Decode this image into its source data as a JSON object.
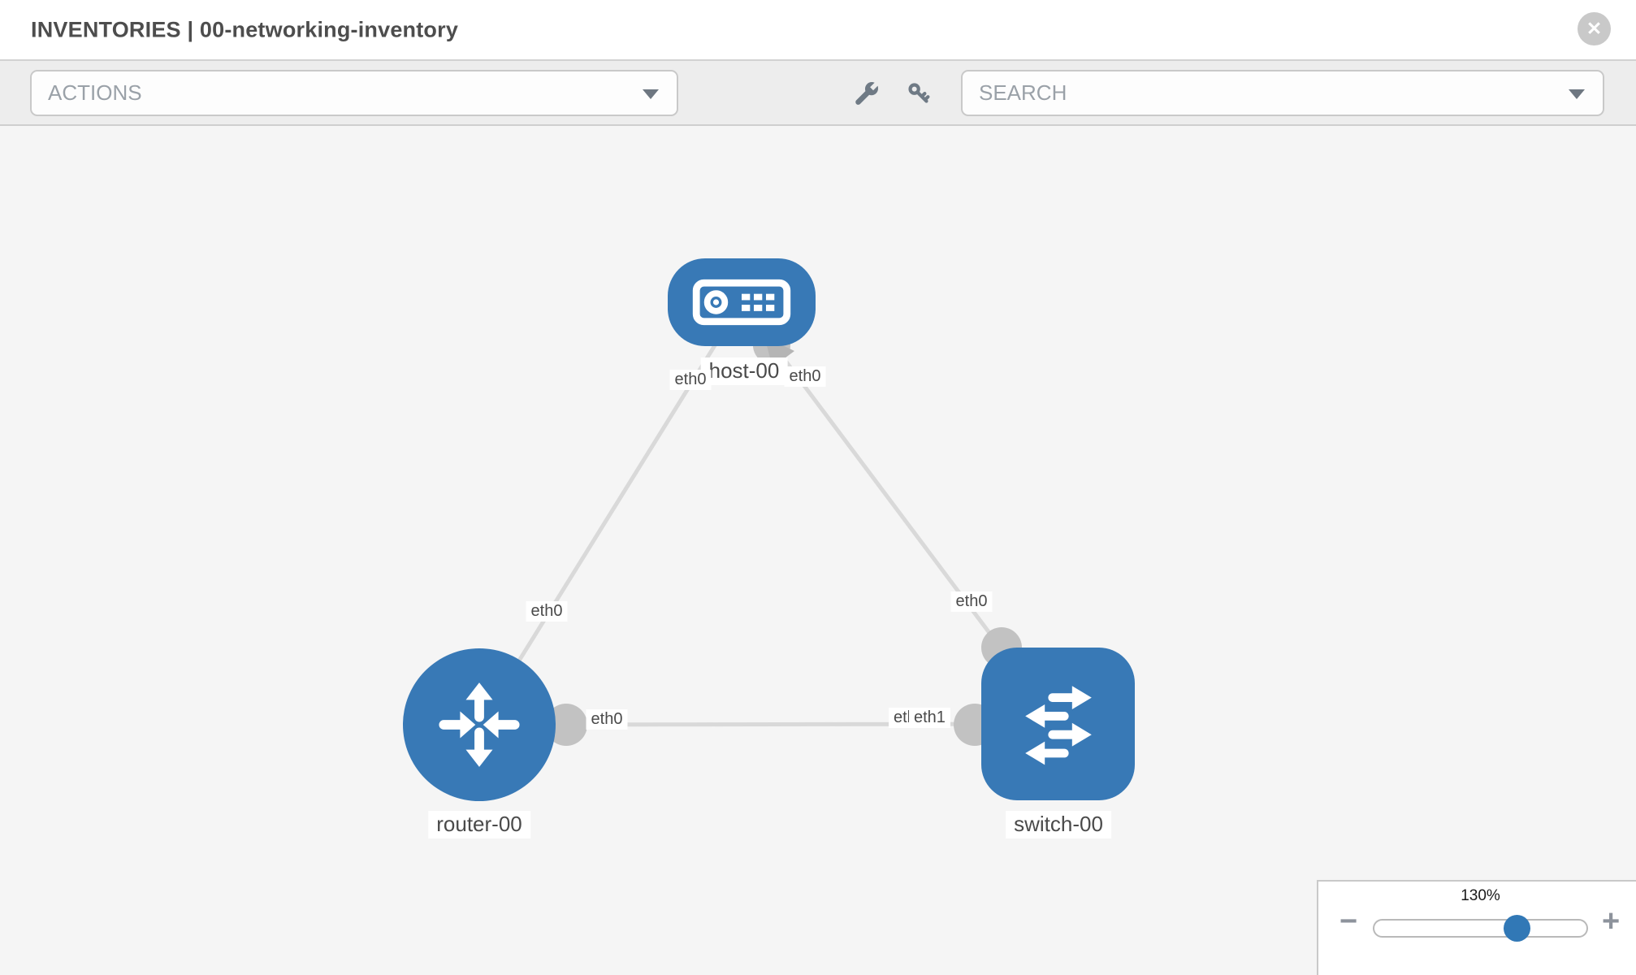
{
  "header": {
    "title": "INVENTORIES | 00-networking-inventory",
    "close_glyph": "✕"
  },
  "toolbar": {
    "actions_label": "ACTIONS",
    "search_placeholder": "SEARCH",
    "icon_buttons": [
      "wrench-icon",
      "key-icon"
    ]
  },
  "topology": {
    "nodes": [
      {
        "id": "host-00",
        "type": "host",
        "label": "host-00"
      },
      {
        "id": "router-00",
        "type": "router",
        "label": "router-00"
      },
      {
        "id": "switch-00",
        "type": "switch",
        "label": "switch-00"
      }
    ],
    "links": [
      {
        "source": "host-00",
        "target": "router-00",
        "source_interface": "eth0",
        "target_interface": "eth0"
      },
      {
        "source": "host-00",
        "target": "switch-00",
        "source_interface": "eth0",
        "target_interface": "eth0"
      },
      {
        "source": "router-00",
        "target": "switch-00",
        "source_interface": "eth0",
        "target_interface": "eth1",
        "target_interface_overlapped": "eth0"
      }
    ]
  },
  "zoom_control": {
    "level": "130%",
    "percent": 130,
    "minus_glyph": "−",
    "plus_glyph": "+"
  },
  "colors": {
    "node_fill": "#3879b6",
    "edge": "#d9d9d9",
    "connector": "#c2c2c2",
    "slider_handle": "#3178b6",
    "canvas_bg": "#f5f5f5"
  }
}
